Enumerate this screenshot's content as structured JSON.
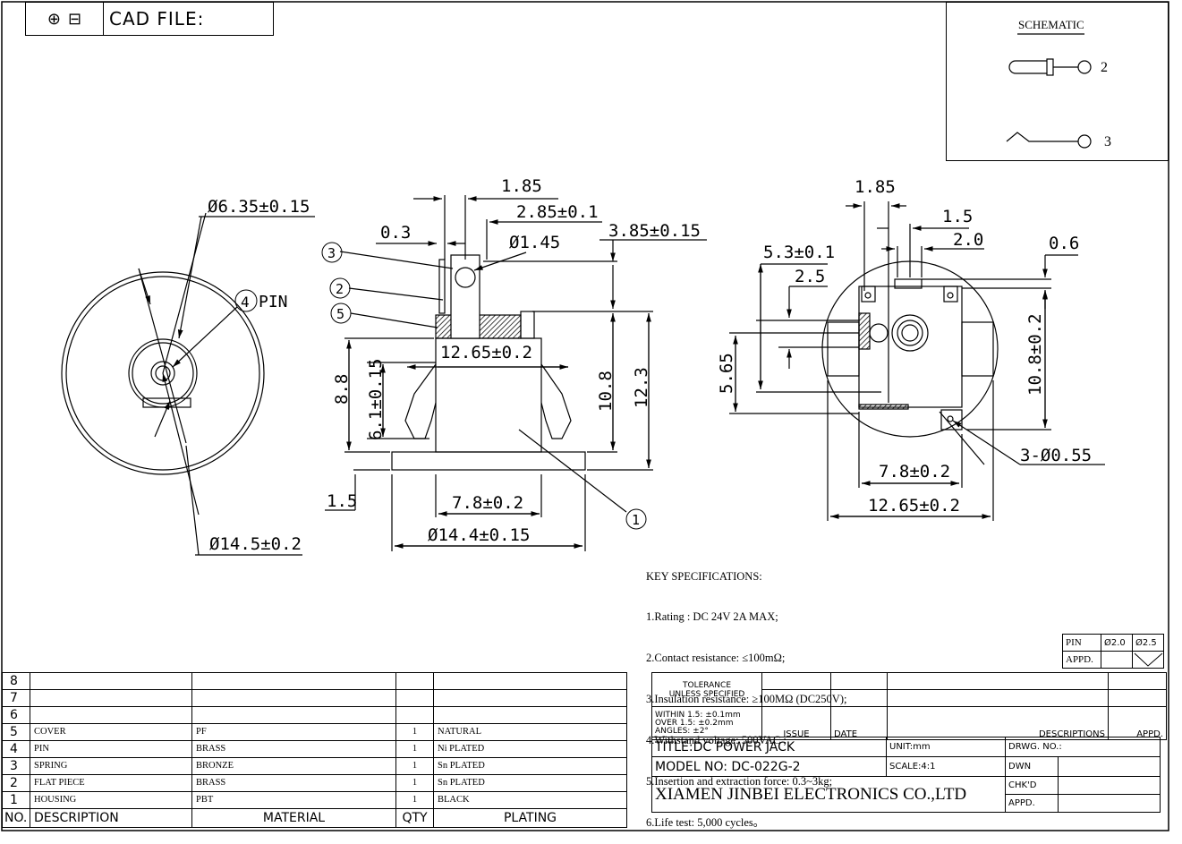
{
  "header": {
    "cad_label": "CAD FILE:"
  },
  "schematic": {
    "title": "SCHEMATIC",
    "pin2": "2",
    "pin3": "3"
  },
  "dims": {
    "d635": "Ø6.35±0.15",
    "d145": "Ø14.5±0.2",
    "pin_callout": "PIN",
    "c1": "1",
    "c2": "2",
    "c3": "3",
    "c4": "4",
    "c5": "5",
    "s185": "1.85",
    "s285": "2.85±0.1",
    "s03": "0.3",
    "s145": "Ø1.45",
    "s385": "3.85±0.15",
    "s1265a": "12.65±0.2",
    "s88": "8.8",
    "s61": "6.1±0.15",
    "s108a": "10.8",
    "s123": "12.3",
    "s15a": "1.5",
    "s78a": "7.8±0.2",
    "s144": "Ø14.4±0.15",
    "r185": "1.85",
    "r15": "1.5",
    "r53": "5.3±0.1",
    "r20": "2.0",
    "r25": "2.5",
    "r06": "0.6",
    "r565": "5.65",
    "r108": "10.8±0.2",
    "r3d": "3-Ø0.55",
    "r78": "7.8±0.2",
    "r1265": "12.65±0.2"
  },
  "key_specs": {
    "title": "KEY SPECIFICATIONS:",
    "lines": [
      "1.Rating : DC 24V 2A MAX;",
      "2.Contact resistance: ≤100mΩ;",
      "3.Insulation resistance: ≥100MΩ (DC250V);",
      "4.Withstand voltage: 500VAC ;",
      "5.Insertion and extraction force: 0.3~3kg;",
      "6.Life test: 5,000 cycles。"
    ]
  },
  "pin_box": {
    "pin": "PIN",
    "d20": "Ø2.0",
    "d25": "Ø2.5",
    "appd": "APPD."
  },
  "bom": {
    "rows": [
      {
        "no": "8",
        "desc": "",
        "mat": "",
        "qty": "",
        "plat": ""
      },
      {
        "no": "7",
        "desc": "",
        "mat": "",
        "qty": "",
        "plat": ""
      },
      {
        "no": "6",
        "desc": "",
        "mat": "",
        "qty": "",
        "plat": ""
      },
      {
        "no": "5",
        "desc": "COVER",
        "mat": "PF",
        "qty": "1",
        "plat": "NATURAL"
      },
      {
        "no": "4",
        "desc": "PIN",
        "mat": "BRASS",
        "qty": "1",
        "plat": "Ni PLATED"
      },
      {
        "no": "3",
        "desc": "SPRING",
        "mat": "BRONZE",
        "qty": "1",
        "plat": "Sn PLATED"
      },
      {
        "no": "2",
        "desc": "FLAT PIECE",
        "mat": "BRASS",
        "qty": "1",
        "plat": "Sn PLATED"
      },
      {
        "no": "1",
        "desc": "HOUSING",
        "mat": "PBT",
        "qty": "1",
        "plat": "BLACK"
      }
    ],
    "headers": {
      "no": "NO.",
      "desc": "DESCRIPTION",
      "mat": "MATERIAL",
      "qty": "QTY",
      "plat": "PLATING"
    }
  },
  "title_block": {
    "tol1": "TOLERANCE",
    "tol2": "UNLESS SPECIFIED",
    "tol3": "WITHIN 1.5: ±0.1mm",
    "tol4": "OVER 1.5: ±0.2mm",
    "tol5": "ANGLES: ±2°",
    "issue": "ISSUE",
    "date": "DATE",
    "descriptions": "DESCRIPTIONS",
    "appd": "APPD.",
    "title": "TITLE:DC POWER JACK",
    "unit": "UNIT:mm",
    "drwg": "DRWG. NO.:",
    "model": "MODEL NO: DC-022G-2",
    "scale": "SCALE:4:1",
    "dwn": "DWN",
    "chkd": "CHK'D",
    "company": "XIAMEN JINBEI ELECTRONICS CO.,LTD",
    "appd2": "APPD."
  }
}
